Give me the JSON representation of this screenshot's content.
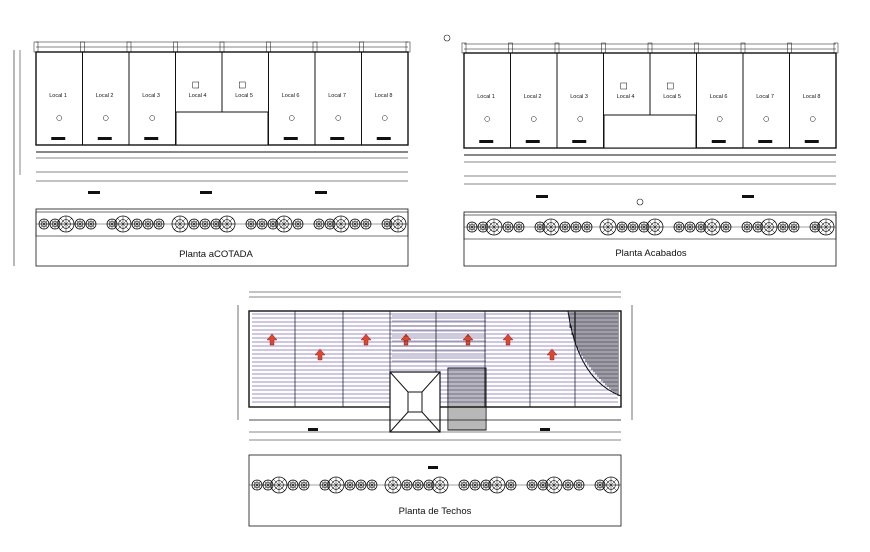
{
  "plans": [
    {
      "id": "acotada",
      "title": "Planta aCOTADA",
      "rooms": [
        "Local 1",
        "Local 2",
        "Local 3",
        "Local 4",
        "Local 5",
        "Local 6",
        "Local 7",
        "Local 8"
      ]
    },
    {
      "id": "acabados",
      "title": "Planta Acabados",
      "rooms": [
        "Local 1",
        "Local 2",
        "Local 3",
        "Local 4",
        "Local 5",
        "Local 6",
        "Local 7",
        "Local 8"
      ]
    },
    {
      "id": "techos",
      "title": "Planta de Techos",
      "rooms": []
    }
  ],
  "colors": {
    "line": "#111111",
    "roof_hatch": "#9a8fd6",
    "slope_arrow": "#e0462e",
    "background": "#ffffff"
  },
  "icons": [
    "tree-symbol",
    "slope-arrow-icon",
    "north-marker-icon"
  ]
}
